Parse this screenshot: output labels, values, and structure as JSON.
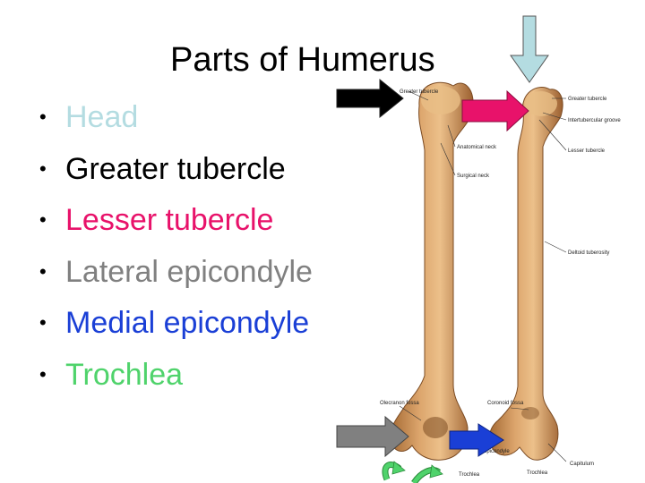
{
  "slide": {
    "title": "Parts of Humerus",
    "bullets": [
      {
        "text": "Head",
        "color": "#b4dce1"
      },
      {
        "text": "Greater tubercle",
        "color": "#000000"
      },
      {
        "text": "Lesser tubercle",
        "color": "#e8126a"
      },
      {
        "text": "Lateral epicondyle",
        "color": "#808080"
      },
      {
        "text": "Medial epicondyle",
        "color": "#1a3fd6"
      },
      {
        "text": "Trochlea",
        "color": "#4fd36b"
      }
    ],
    "bullet_glyph": "•"
  },
  "figure": {
    "labels": {
      "greater_tubercle_left": "Greater tubercle",
      "anatomical_neck": "Anatomical neck",
      "surgical_neck": "Surgical neck",
      "greater_tubercle_right": "Greater tubercle",
      "intertubercular_groove": "Intertubercular groove",
      "lesser_tubercle": "Lesser tubercle",
      "deltoid_tuberosity": "Deltoid tuberosity",
      "olecranon_fossa": "Olecranon fossa",
      "coronoid_fossa": "Coronoid fossa",
      "epicondyle": "epicondyle",
      "trochlea_left": "Trochlea",
      "trochlea_right": "Trochlea",
      "capitulum": "Capitulum"
    },
    "arrows": [
      {
        "name": "black-arrow",
        "color": "#000000"
      },
      {
        "name": "pink-arrow",
        "color": "#e8126a"
      },
      {
        "name": "lightblue-arrow",
        "color": "#b4dce1"
      },
      {
        "name": "gray-arrow",
        "color": "#808080"
      },
      {
        "name": "blue-arrow",
        "color": "#1a3fd6"
      },
      {
        "name": "green-curved-arrows",
        "color": "#4fd36b"
      }
    ]
  }
}
